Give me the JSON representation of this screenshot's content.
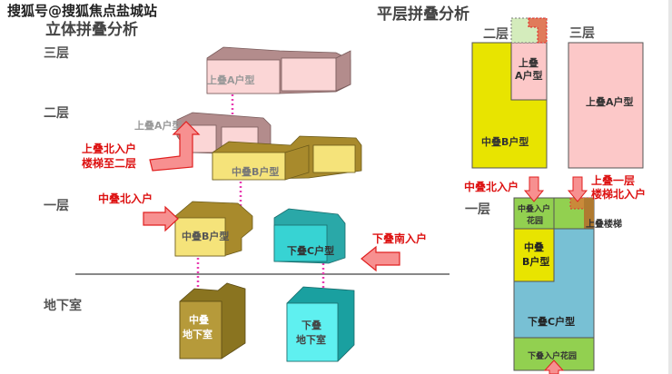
{
  "watermark": "搜狐号@搜狐焦点盐城站",
  "left_title": "立体拼叠分析",
  "right_title": "平层拼叠分析",
  "floors": {
    "third": "三层",
    "second": "二层",
    "first": "一层",
    "basement": "地下室"
  },
  "blocks3d": {
    "third_a": "上叠A户型",
    "second_a": "上叠A户型",
    "second_b": "中叠B户型",
    "first_b": "中叠B户型",
    "first_c": "下叠C户型",
    "basement_b": [
      "中叠",
      "地下室"
    ],
    "basement_c": [
      "下叠",
      "地下室"
    ]
  },
  "annotations": {
    "upper_north_entry": [
      "上叠北入户",
      "楼梯至二层"
    ],
    "middle_north_entry": "中叠北入户",
    "lower_south_entry": "下叠南入户"
  },
  "plan": {
    "second_floor_label": "二层",
    "third_floor_label": "三层",
    "first_floor_label": "一层",
    "second_b": "中叠B户型",
    "second_a": [
      "上叠",
      "A户型"
    ],
    "third_a": "上叠A户型",
    "first_mid_garden": [
      "中叠入户",
      "花园"
    ],
    "first_b": [
      "中叠",
      "B户型"
    ],
    "first_c": "下叠C户型",
    "first_lower_garden": "下叠入户花园",
    "upper_stair": "上叠楼梯",
    "middle_north_entry": "中叠北入户",
    "upper_first_entry": [
      "上叠一层",
      "楼梯北入户"
    ]
  },
  "colors": {
    "pink": "#fbd0d0",
    "yellow": "#e8e400",
    "cyan": "#37d3d3",
    "olive": "#b69a3a",
    "green": "#92d050",
    "blue": "#78c0d4",
    "red": "#e02020"
  }
}
